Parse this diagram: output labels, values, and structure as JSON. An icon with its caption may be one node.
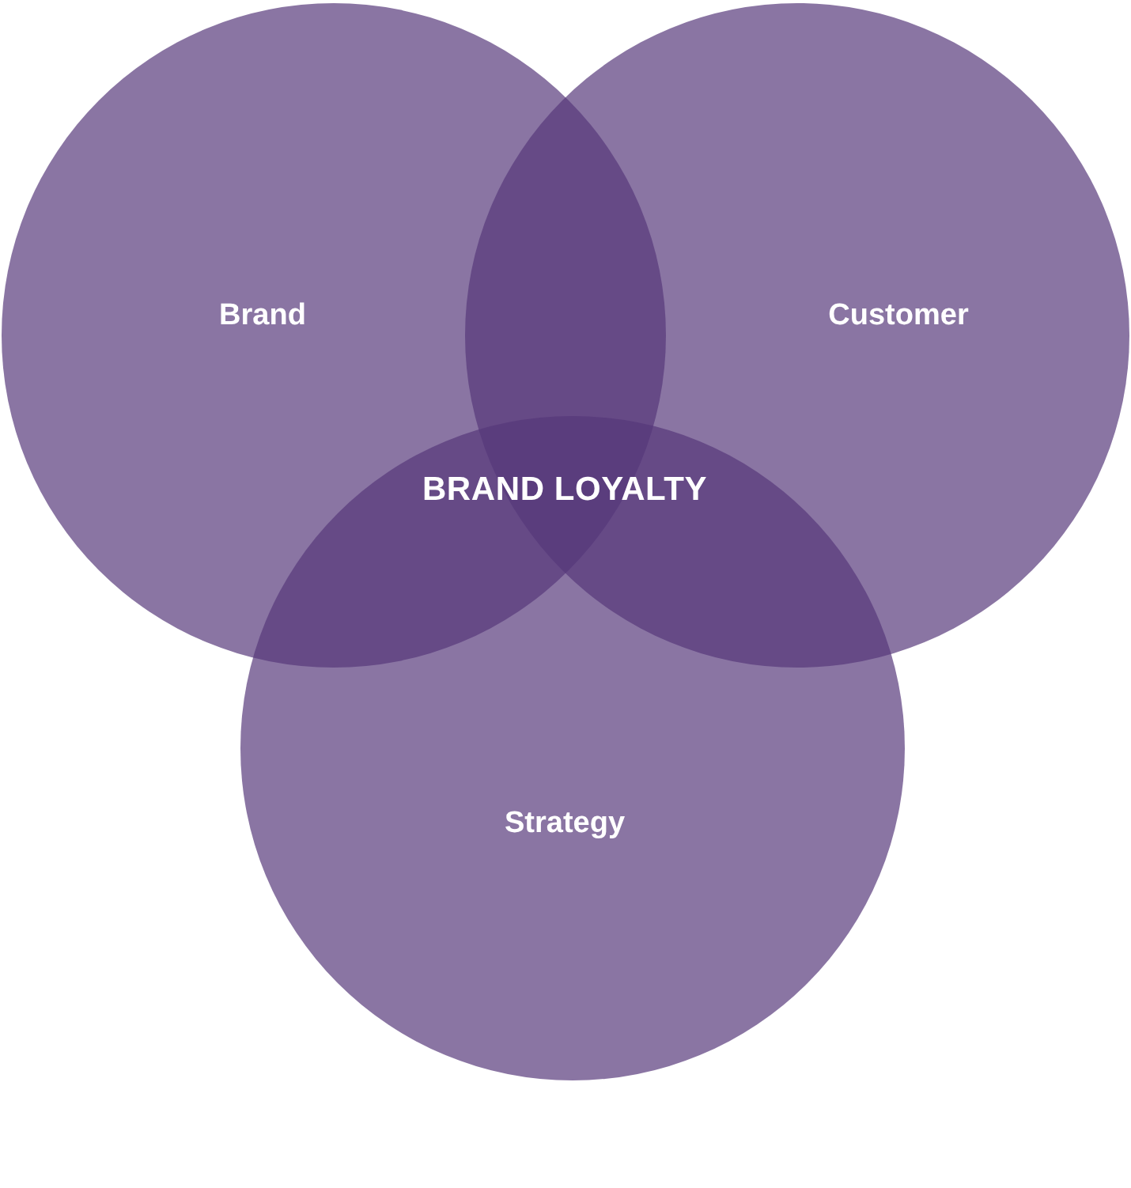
{
  "diagram": {
    "nodes": [
      {
        "text": [
          "Brand"
        ]
      },
      {
        "text": [
          "Customer"
        ]
      },
      {
        "text": [
          "Strategy"
        ]
      }
    ],
    "edges": [],
    "labels": [
      "BRAND LOYALTY"
    ]
  }
}
